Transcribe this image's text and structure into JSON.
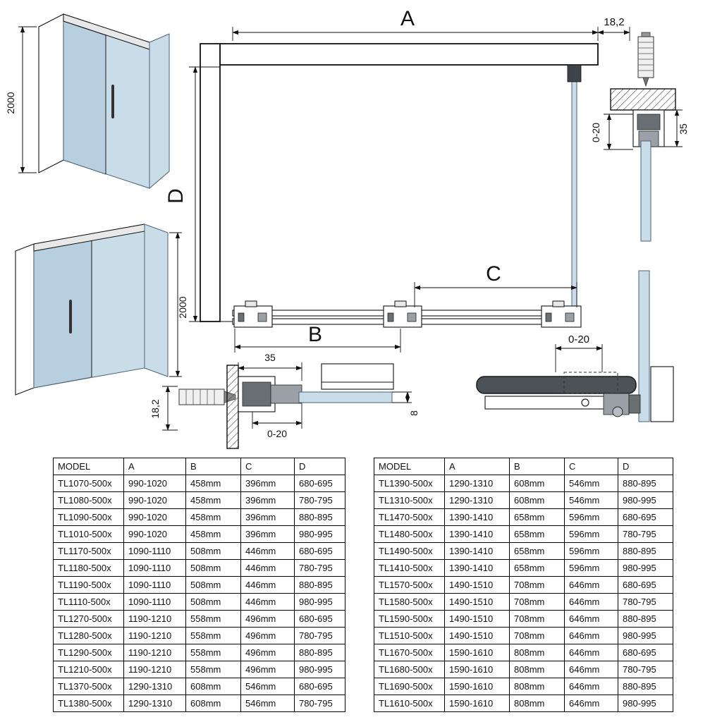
{
  "diagram": {
    "iso_front": {
      "height": "2000"
    },
    "iso_side": {
      "height": "2000"
    },
    "plan": {
      "dim_a": "A",
      "dim_b": "B",
      "dim_c": "C",
      "dim_d": "D",
      "dim_profile": "18,2"
    },
    "wall_section": {
      "dim_adjust": "0-20",
      "dim_depth": "35"
    },
    "floor_section": {
      "dim_width": "35",
      "dim_adjust": "0-20",
      "dim_dowel": "18,2",
      "dim_glass": "8"
    },
    "door_detail": {
      "dim_adjust": "0-20"
    }
  },
  "colors": {
    "glass": "#c9dde8",
    "profile": "#6a6f74",
    "line": "#111111"
  },
  "tables": {
    "left": {
      "headers": [
        "MODEL",
        "A",
        "B",
        "C",
        "D"
      ],
      "rows": [
        [
          "TL1070-500x",
          "990-1020",
          "458mm",
          "396mm",
          "680-695"
        ],
        [
          "TL1080-500x",
          "990-1020",
          "458mm",
          "396mm",
          "780-795"
        ],
        [
          "TL1090-500x",
          "990-1020",
          "458mm",
          "396mm",
          "880-895"
        ],
        [
          "TL1010-500x",
          "990-1020",
          "458mm",
          "396mm",
          "980-995"
        ],
        [
          "TL1170-500x",
          "1090-1110",
          "508mm",
          "446mm",
          "680-695"
        ],
        [
          "TL1180-500x",
          "1090-1110",
          "508mm",
          "446mm",
          "780-795"
        ],
        [
          "TL1190-500x",
          "1090-1110",
          "508mm",
          "446mm",
          "880-895"
        ],
        [
          "TL1110-500x",
          "1090-1110",
          "508mm",
          "446mm",
          "980-995"
        ],
        [
          "TL1270-500x",
          "1190-1210",
          "558mm",
          "496mm",
          "680-695"
        ],
        [
          "TL1280-500x",
          "1190-1210",
          "558mm",
          "496mm",
          "780-795"
        ],
        [
          "TL1290-500x",
          "1190-1210",
          "558mm",
          "496mm",
          "880-895"
        ],
        [
          "TL1210-500x",
          "1190-1210",
          "558mm",
          "496mm",
          "980-995"
        ],
        [
          "TL1370-500x",
          "1290-1310",
          "608mm",
          "546mm",
          "680-695"
        ],
        [
          "TL1380-500x",
          "1290-1310",
          "608mm",
          "546mm",
          "780-795"
        ]
      ]
    },
    "right": {
      "headers": [
        "MODEL",
        "A",
        "B",
        "C",
        "D"
      ],
      "rows": [
        [
          "TL1390-500x",
          "1290-1310",
          "608mm",
          "546mm",
          "880-895"
        ],
        [
          "TL1310-500x",
          "1290-1310",
          "608mm",
          "546mm",
          "980-995"
        ],
        [
          "TL1470-500x",
          "1390-1410",
          "658mm",
          "596mm",
          "680-695"
        ],
        [
          "TL1480-500x",
          "1390-1410",
          "658mm",
          "596mm",
          "780-795"
        ],
        [
          "TL1490-500x",
          "1390-1410",
          "658mm",
          "596mm",
          "880-895"
        ],
        [
          "TL1410-500x",
          "1390-1410",
          "658mm",
          "596mm",
          "980-995"
        ],
        [
          "TL1570-500x",
          "1490-1510",
          "708mm",
          "646mm",
          "680-695"
        ],
        [
          "TL1580-500x",
          "1490-1510",
          "708mm",
          "646mm",
          "780-795"
        ],
        [
          "TL1590-500x",
          "1490-1510",
          "708mm",
          "646mm",
          "880-895"
        ],
        [
          "TL1510-500x",
          "1490-1510",
          "708mm",
          "646mm",
          "980-995"
        ],
        [
          "TL1670-500x",
          "1590-1610",
          "808mm",
          "646mm",
          "680-695"
        ],
        [
          "TL1680-500x",
          "1590-1610",
          "808mm",
          "646mm",
          "780-795"
        ],
        [
          "TL1690-500x",
          "1590-1610",
          "808mm",
          "646mm",
          "880-895"
        ],
        [
          "TL1610-500x",
          "1590-1610",
          "808mm",
          "646mm",
          "980-995"
        ]
      ]
    }
  }
}
